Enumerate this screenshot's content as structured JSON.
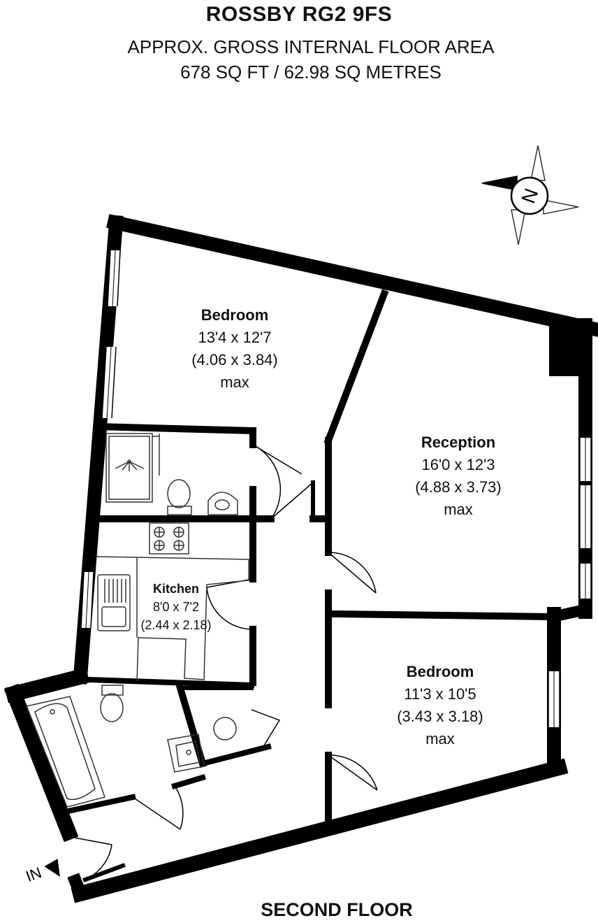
{
  "header": {
    "title": "ROSSBY RG2 9FS",
    "area_line1": "APPROX. GROSS INTERNAL FLOOR AREA",
    "area_line2": "678 SQ FT / 62.98 SQ METRES"
  },
  "rooms": {
    "bedroom1": {
      "name": "Bedroom",
      "imperial": "13'4 x 12'7",
      "metric": "(4.06 x 3.84)",
      "note": "max"
    },
    "reception": {
      "name": "Reception",
      "imperial": "16'0 x 12'3",
      "metric": "(4.88 x 3.73)",
      "note": "max"
    },
    "kitchen": {
      "name": "Kitchen",
      "imperial": "8'0 x 7'2",
      "metric": "(2.44 x 2.18)"
    },
    "bedroom2": {
      "name": "Bedroom",
      "imperial": "11'3 x 10'5",
      "metric": "(3.43 x 3.18)",
      "note": "max"
    }
  },
  "compass": {
    "letter": "N"
  },
  "entrance": {
    "label": "IN"
  },
  "footer": {
    "floor_label": "SECOND FLOOR"
  },
  "colors": {
    "wall": "#000000",
    "fixture": "#333333",
    "background": "#ffffff"
  }
}
